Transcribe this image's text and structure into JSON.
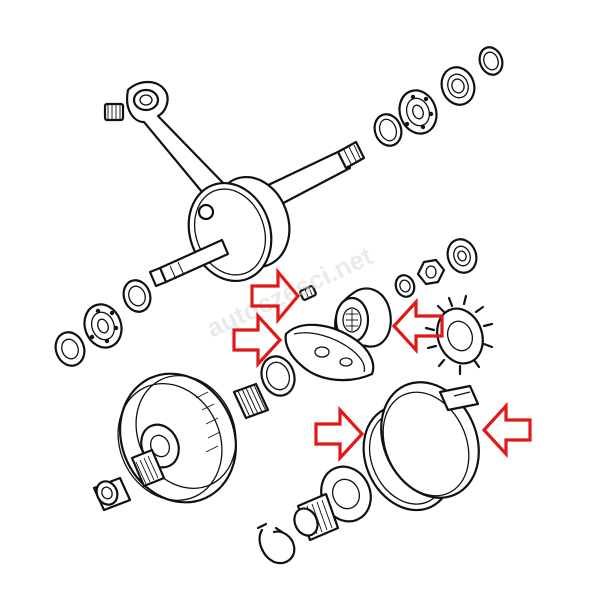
{
  "watermark": {
    "text": "autoczesci.net"
  },
  "colors": {
    "ink": "#111111",
    "highlight": "#e01818",
    "background": "#ffffff",
    "watermark": "#d9d9d9"
  },
  "parts": [
    "crankshaft",
    "connecting-rod",
    "needle-bearing",
    "main-bearing",
    "oil-seal",
    "washer",
    "drive-gear",
    "lock-nut",
    "tab-washer",
    "clutch-bell",
    "clutch-shoe",
    "clutch-drum",
    "spring-ring",
    "circlip",
    "pinion",
    "bushing",
    "woodruff-key"
  ],
  "highlighted_parts": [
    "clutch-shoe",
    "drive-gear",
    "spring-ring",
    "clutch-drum"
  ]
}
